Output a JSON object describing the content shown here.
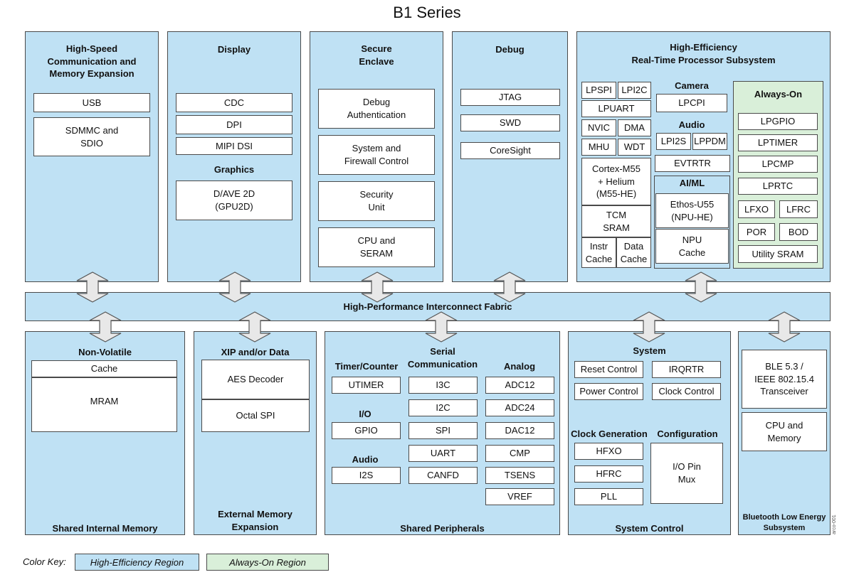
{
  "title": "B1 Series",
  "colors": {
    "high_efficiency": "#bfe1f4",
    "always_on": "#d9efd9",
    "border": "#4a4a4a"
  },
  "top": {
    "hs": {
      "title": "High-Speed\nCommunication and\nMemory Expansion",
      "usb": "USB",
      "sdmmc": "SDMMC and\nSDIO"
    },
    "display": {
      "title": "Display",
      "cdc": "CDC",
      "dpi": "DPI",
      "mipi": "MIPI DSI",
      "graphics": "Graphics",
      "dave": "D/AVE 2D\n(GPU2D)"
    },
    "secure": {
      "title": "Secure\nEnclave",
      "debug_auth": "Debug\nAuthentication",
      "sys_fw": "System and\nFirewall Control",
      "sec_unit": "Security\nUnit",
      "cpu_seram": "CPU and\nSERAM"
    },
    "debug": {
      "title": "Debug",
      "jtag": "JTAG",
      "swd": "SWD",
      "coresight": "CoreSight"
    },
    "he": {
      "title": "High-Efficiency\nReal-Time Processor Subsystem",
      "lpspi": "LPSPI",
      "lpi2c": "LPI2C",
      "lpuart": "LPUART",
      "nvic": "NVIC",
      "dma": "DMA",
      "mhu": "MHU",
      "wdt": "WDT",
      "cortex": "Cortex-M55\n+ Helium\n(M55-HE)",
      "tcm": "TCM\nSRAM",
      "icache": "Instr\nCache",
      "dcache": "Data\nCache",
      "camera": "Camera",
      "lpcpi": "LPCPI",
      "audio": "Audio",
      "lpi2s": "LPI2S",
      "lppdm": "LPPDM",
      "evtrtr": "EVTRTR",
      "aiml": "AI/ML",
      "ethos": "Ethos-U55\n(NPU-HE)",
      "npu_cache": "NPU\nCache"
    },
    "ao": {
      "title": "Always-On",
      "lpgpio": "LPGPIO",
      "lptimer": "LPTIMER",
      "lpcmp": "LPCMP",
      "lprtc": "LPRTC",
      "lfxo": "LFXO",
      "lfrc": "LFRC",
      "por": "POR",
      "bod": "BOD",
      "util_sram": "Utility SRAM"
    }
  },
  "fabric": "High-Performance Interconnect Fabric",
  "bottom": {
    "sim": {
      "nv": "Non-Volatile",
      "cache": "Cache",
      "mram": "MRAM",
      "footer": "Shared Internal Memory"
    },
    "ext": {
      "title": "XIP and/or Data",
      "aes": "AES Decoder",
      "ospi": "Octal SPI",
      "footer": "External Memory\nExpansion"
    },
    "sp": {
      "timer_title": "Timer/Counter",
      "utimer": "UTIMER",
      "io_title": "I/O",
      "gpio": "GPIO",
      "audio_title": "Audio",
      "i2s": "I2S",
      "serial_title": "Serial\nCommunication",
      "i3c": "I3C",
      "i2c": "I2C",
      "spi": "SPI",
      "uart": "UART",
      "canfd": "CANFD",
      "analog_title": "Analog",
      "adc12": "ADC12",
      "adc24": "ADC24",
      "dac12": "DAC12",
      "cmp": "CMP",
      "tsens": "TSENS",
      "vref": "VREF",
      "footer": "Shared Peripherals"
    },
    "sc": {
      "system_title": "System",
      "reset": "Reset Control",
      "irqrtr": "IRQRTR",
      "power": "Power Control",
      "clock": "Clock Control",
      "clkgen_title": "Clock Generation",
      "hfxo": "HFXO",
      "hfrc": "HFRC",
      "pll": "PLL",
      "config_title": "Configuration",
      "iopin": "I/O Pin\nMux",
      "footer": "System Control"
    },
    "ble": {
      "radio": "BLE 5.3 /\nIEEE 802.15.4\nTransceiver",
      "cpu": "CPU  and\nMemory",
      "footer": "Bluetooth Low Energy\nSubsystem"
    }
  },
  "key": {
    "label": "Color Key:",
    "he": "High-Efficiency Region",
    "ao": "Always-On Region"
  },
  "side_code": "arco-001"
}
